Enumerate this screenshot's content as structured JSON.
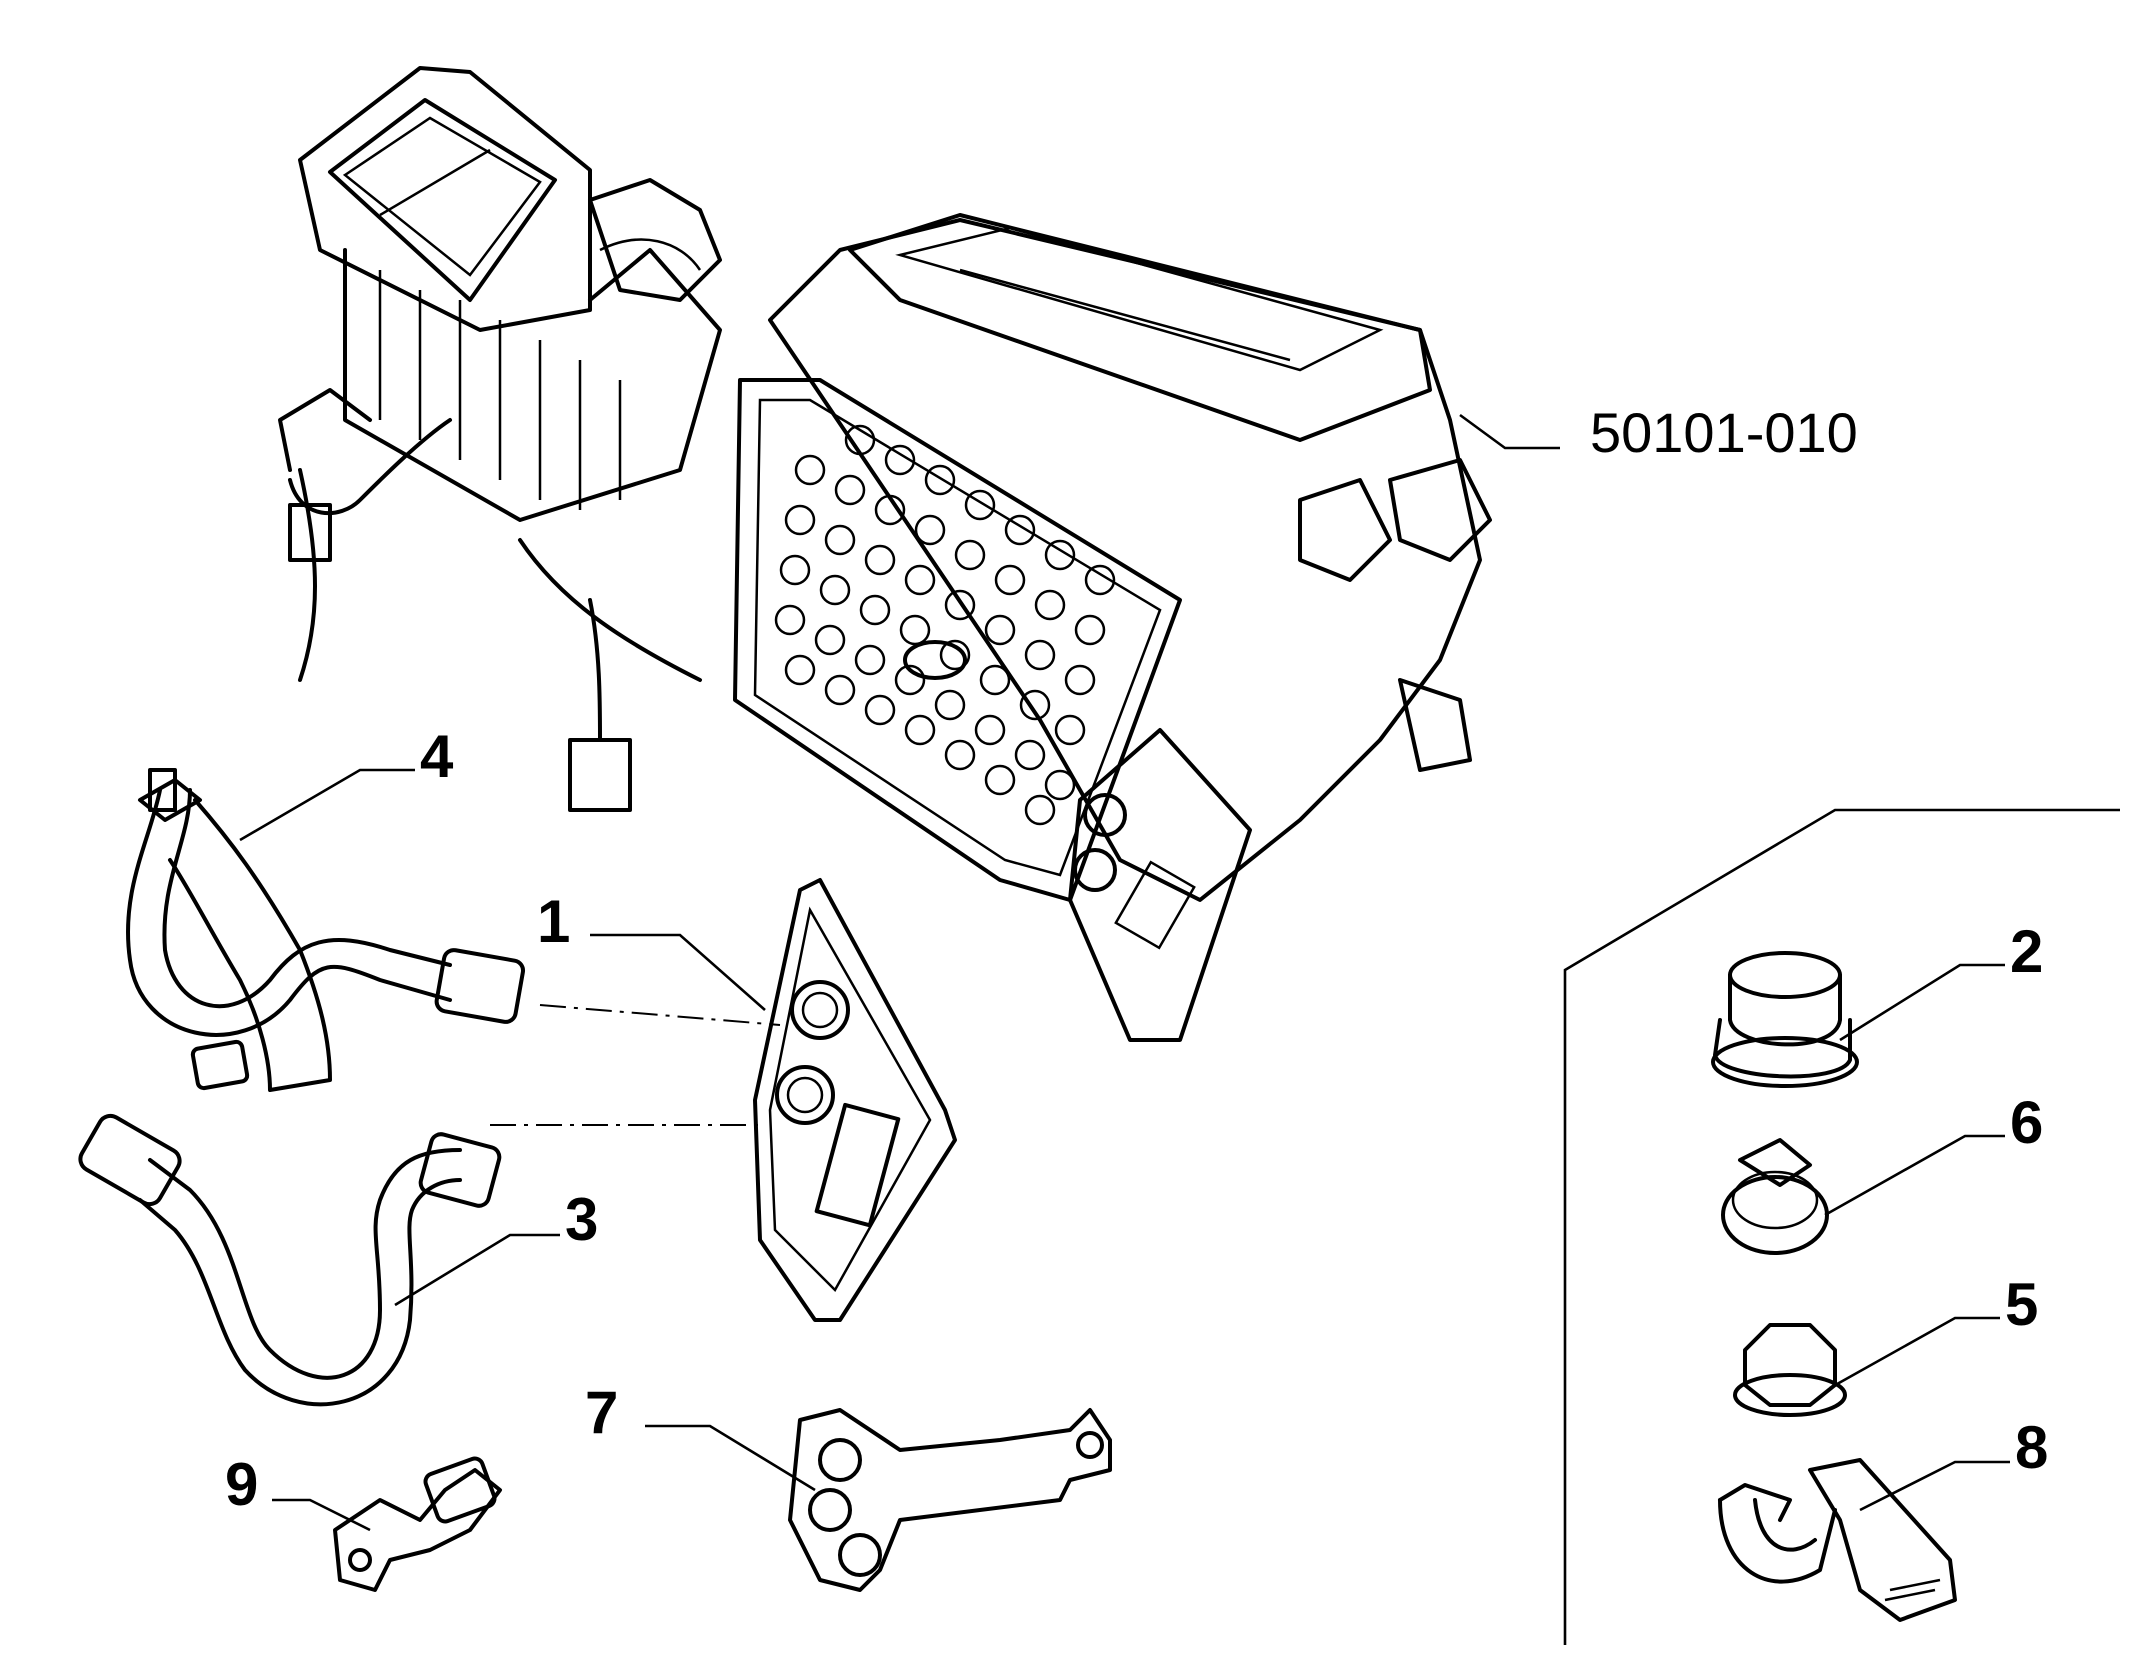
{
  "diagram": {
    "assembly_ref": "50101-010",
    "callouts": [
      {
        "id": "c1",
        "label": "1"
      },
      {
        "id": "c2",
        "label": "2"
      },
      {
        "id": "c3",
        "label": "3"
      },
      {
        "id": "c4",
        "label": "4"
      },
      {
        "id": "c5",
        "label": "5"
      },
      {
        "id": "c6",
        "label": "6"
      },
      {
        "id": "c7",
        "label": "7"
      },
      {
        "id": "c8",
        "label": "8"
      },
      {
        "id": "c9",
        "label": "9"
      }
    ]
  }
}
